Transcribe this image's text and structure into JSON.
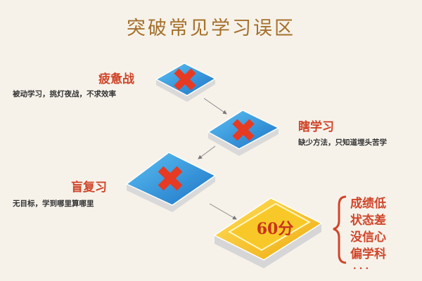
{
  "title": "突破常见学习误区",
  "mistakes": [
    {
      "name": "疲惫战",
      "desc": "被动学习，挑灯夜战，不求效率"
    },
    {
      "name": "瞎学习",
      "desc": "缺少方法，只知道埋头苦学"
    },
    {
      "name": "盲复习",
      "desc": "无目标，学到哪里算哪里"
    }
  ],
  "outcome": {
    "score": "60分",
    "effects": [
      "成绩低",
      "状态差",
      "没信心",
      "偏学科",
      "· · ·"
    ]
  },
  "colors": {
    "accent": "#d0452a",
    "tile": "#2f8fd8",
    "gold": "#f4c020",
    "title": "#a5702c"
  }
}
